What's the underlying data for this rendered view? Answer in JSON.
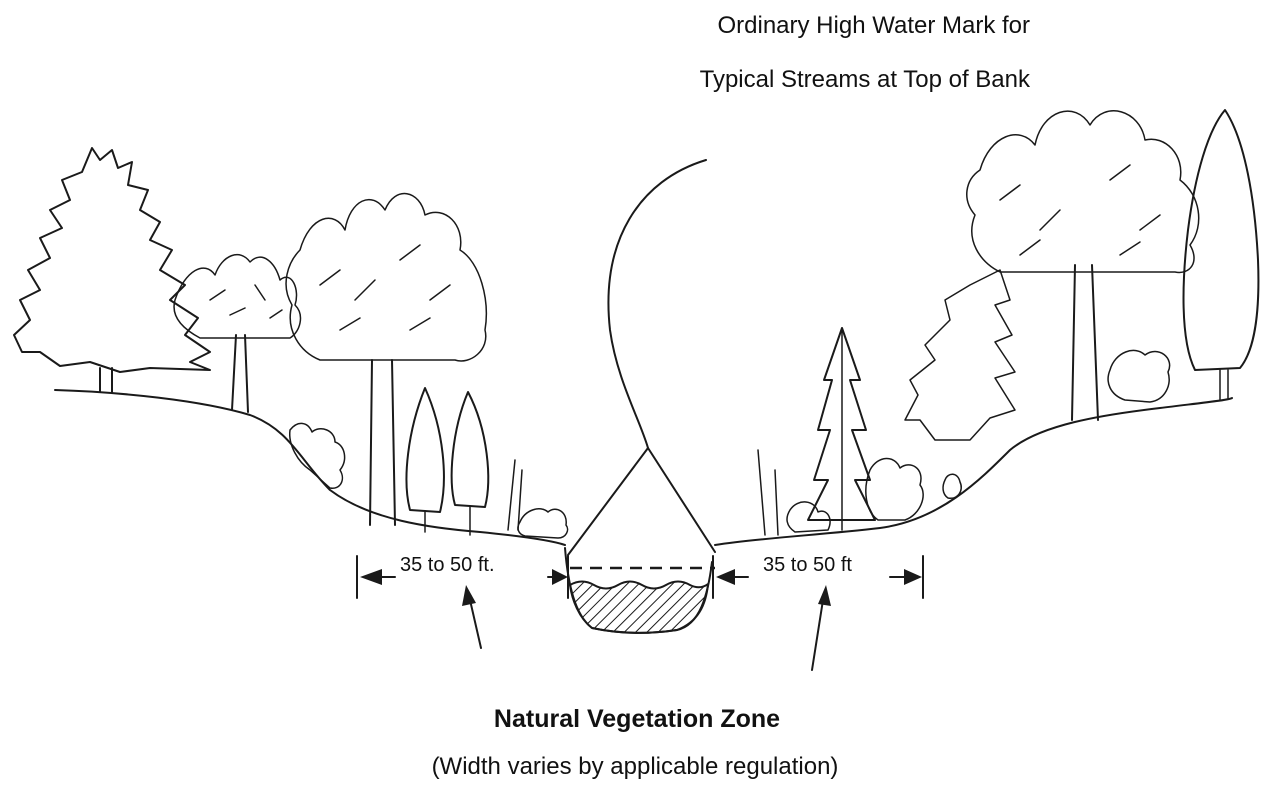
{
  "ohwm_label": {
    "line1": "Ordinary High Water Mark for",
    "line2": "Typical Streams at Top of Bank"
  },
  "buffer_left_label": "35 to 50  ft.",
  "buffer_right_label": "35 to 50 ft",
  "zone_title": "Natural Vegetation Zone",
  "zone_subtitle": "(Width varies by applicable regulation)",
  "colors": {
    "ink": "#1a1a1a",
    "background": "#ffffff"
  }
}
